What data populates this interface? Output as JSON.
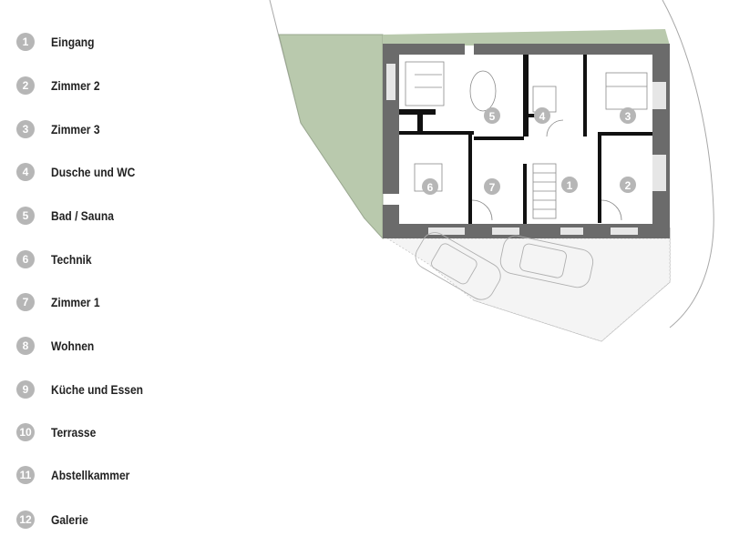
{
  "legend": [
    {
      "number": "1",
      "label": "Eingang"
    },
    {
      "number": "2",
      "label": "Zimmer 2"
    },
    {
      "number": "3",
      "label": "Zimmer 3"
    },
    {
      "number": "4",
      "label": "Dusche und WC"
    },
    {
      "number": "5",
      "label": "Bad / Sauna"
    },
    {
      "number": "6",
      "label": "Technik"
    },
    {
      "number": "7",
      "label": "Zimmer 1"
    },
    {
      "number": "8",
      "label": "Wohnen"
    },
    {
      "number": "9",
      "label": "Küche und Essen"
    },
    {
      "number": "10",
      "label": "Terrasse"
    },
    {
      "number": "11",
      "label": "Abstellkammer"
    },
    {
      "number": "12",
      "label": "Galerie"
    }
  ],
  "plan": {
    "rooms": [
      "1",
      "2",
      "3",
      "4",
      "5",
      "6",
      "7"
    ],
    "colors": {
      "wall": "#6b6b6b",
      "lawn": "#b9c9ad",
      "badge": "#b6b6b6",
      "lines": "#9a9a9a"
    }
  }
}
